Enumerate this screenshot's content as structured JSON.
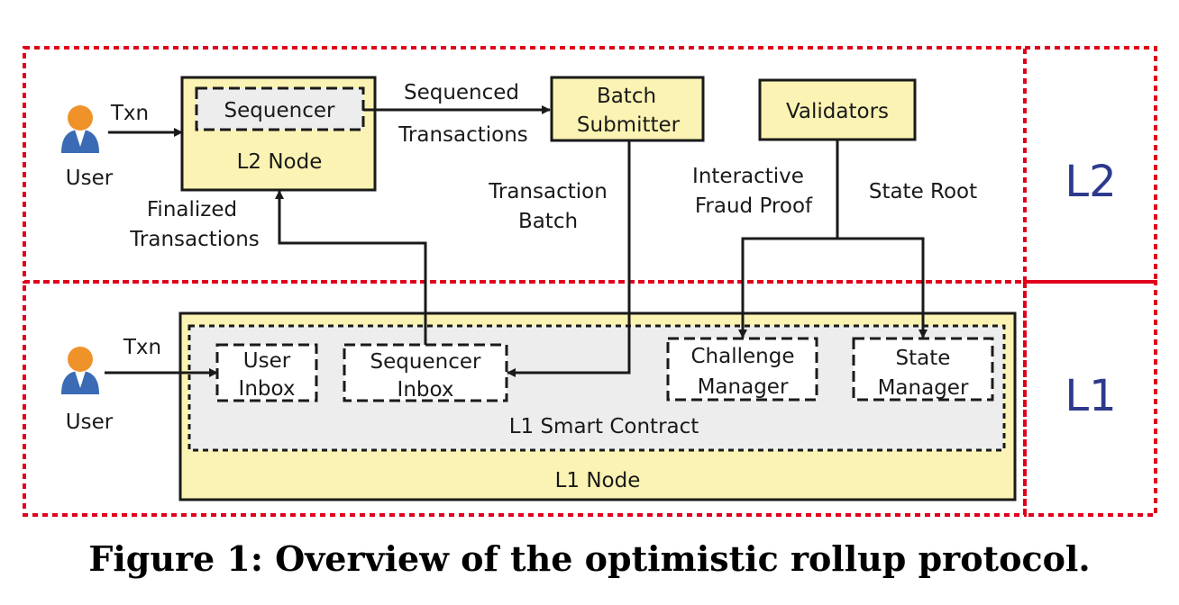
{
  "regions": {
    "l2": "L2",
    "l1": "L1"
  },
  "l2": {
    "user": {
      "label": "User",
      "txn": "Txn"
    },
    "l2_node": {
      "title": "L2 Node",
      "sequencer": "Sequencer"
    },
    "sequenced_transactions": [
      "Sequenced",
      "Transactions"
    ],
    "batch_submitter": [
      "Batch",
      "Submitter"
    ],
    "validators": "Validators",
    "transaction_batch": [
      "Transaction",
      "Batch"
    ],
    "interactive_fraud_proof": [
      "Interactive",
      "Fraud Proof"
    ],
    "state_root": "State Root",
    "finalized_transactions": [
      "Finalized",
      "Transactions"
    ]
  },
  "l1": {
    "user": {
      "label": "User",
      "txn": "Txn"
    },
    "user_inbox": [
      "User",
      "Inbox"
    ],
    "sequencer_inbox": [
      "Sequencer",
      "Inbox"
    ],
    "challenge_manager": [
      "Challenge",
      "Manager"
    ],
    "state_manager": [
      "State",
      "Manager"
    ],
    "smart_contract": "L1 Smart Contract",
    "l1_node": "L1 Node"
  },
  "caption": "Figure 1: Overview of the optimistic rollup protocol.",
  "colors": {
    "node_fill": "#fbf3b3",
    "contract_fill": "#ededed",
    "region_border": "#e0001b",
    "region_label": "#2d3a8c",
    "user_head": "#f0922a",
    "user_body": "#3a6bb4"
  }
}
